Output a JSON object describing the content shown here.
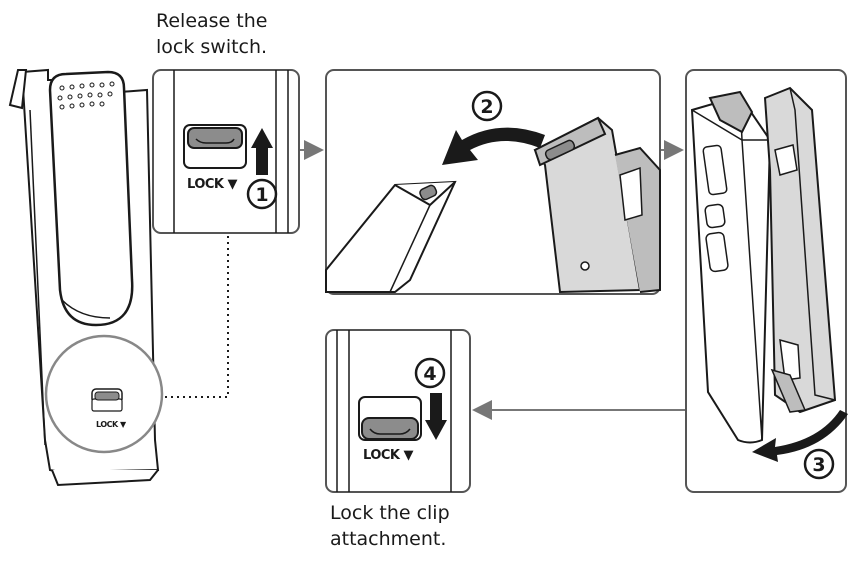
{
  "captions": {
    "release": "Release the\nlock switch.",
    "lock": "Lock the clip\nattachment."
  },
  "lock_label": "LOCK ▼",
  "steps": [
    "1",
    "2",
    "3",
    "4"
  ],
  "colors": {
    "stroke": "#1a1a1a",
    "panel_border": "#555555",
    "connector": "#777777",
    "device_fill": "#d9d9d9",
    "device_shade": "#bdbdbd",
    "switch_fill": "#8c8c8c",
    "white": "#ffffff"
  }
}
